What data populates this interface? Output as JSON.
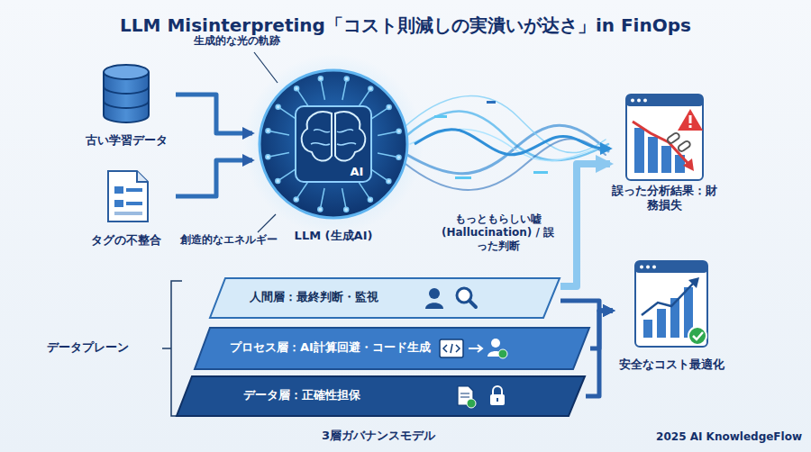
{
  "diagram": {
    "title": "LLM Misinterpreting「コスト則減しの実潰いが达さ」in FinOps",
    "nodes": [
      {
        "text": [
          "古い学習データ"
        ]
      },
      {
        "text": [
          "タグの不整合"
        ]
      },
      {
        "text": [
          "AI",
          "LLM (生成AI)"
        ]
      },
      {
        "text": [
          "誤った分析結果：財務損失"
        ]
      },
      {
        "text": [
          "安全なコスト最適化"
        ]
      },
      {
        "text": [
          "人間層：最終判断・監視"
        ]
      },
      {
        "text": [
          "プロセス層：AI計算回避・コード生成"
        ]
      },
      {
        "text": [
          "データ層：正確性担保"
        ]
      }
    ],
    "edges": [
      {
        "from": 0,
        "to": 2,
        "arrow": "to"
      },
      {
        "from": 1,
        "to": 2,
        "arrow": "to"
      },
      {
        "from": 2,
        "to": 3,
        "arrow": "to"
      },
      {
        "from": 5,
        "to": 3,
        "arrow": "to"
      },
      {
        "from": 5,
        "to": 4,
        "arrow": "to"
      },
      {
        "from": 6,
        "to": 4,
        "arrow": "to"
      },
      {
        "from": 7,
        "to": 4,
        "arrow": "to"
      }
    ],
    "labels": [
      "生成的な光の軌跡",
      "創造的なエネルギー",
      "もっともらしい嘘 (Hallucination) / 誤った判断",
      "データプレーン",
      "3層ガバナンスモデル",
      "2025 AI KnowledgeFlow"
    ]
  }
}
